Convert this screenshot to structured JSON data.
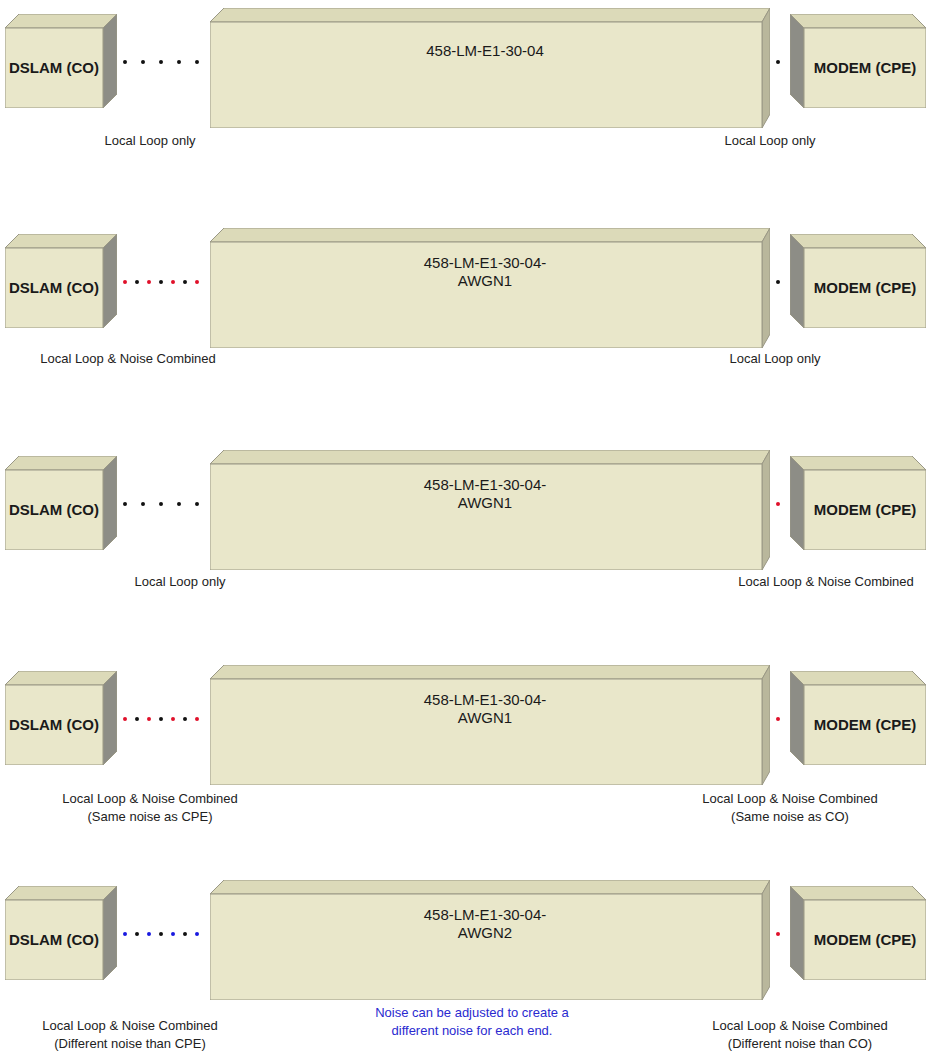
{
  "diagram": {
    "nodes": [
      {
        "text": [
          "DSLAM (CO)"
        ]
      },
      {
        "text": [
          "458-LM-E1-30-04"
        ]
      },
      {
        "text": [
          "MODEM (CPE)"
        ]
      },
      {
        "text": [
          "DSLAM (CO)"
        ]
      },
      {
        "text": [
          "458-LM-E1-30-04- AWGN1"
        ]
      },
      {
        "text": [
          "MODEM (CPE)"
        ]
      },
      {
        "text": [
          "DSLAM (CO)"
        ]
      },
      {
        "text": [
          "458-LM-E1-30-04- AWGN1"
        ]
      },
      {
        "text": [
          "MODEM (CPE)"
        ]
      },
      {
        "text": [
          "DSLAM (CO)"
        ]
      },
      {
        "text": [
          "458-LM-E1-30-04- AWGN1"
        ]
      },
      {
        "text": [
          "MODEM (CPE)"
        ]
      },
      {
        "text": [
          "DSLAM (CO)"
        ]
      },
      {
        "text": [
          "458-LM-E1-30-04- AWGN2"
        ]
      },
      {
        "text": [
          "MODEM (CPE)"
        ]
      }
    ],
    "edges": [
      {
        "from": 0,
        "to": 1,
        "arrow": "none"
      },
      {
        "from": 1,
        "to": 2,
        "arrow": "none"
      },
      {
        "from": 3,
        "to": 4,
        "arrow": "none"
      },
      {
        "from": 4,
        "to": 5,
        "arrow": "none"
      },
      {
        "from": 6,
        "to": 7,
        "arrow": "none"
      },
      {
        "from": 7,
        "to": 8,
        "arrow": "none"
      },
      {
        "from": 9,
        "to": 10,
        "arrow": "none"
      },
      {
        "from": 10,
        "to": 11,
        "arrow": "none"
      },
      {
        "from": 12,
        "to": 13,
        "arrow": "none"
      },
      {
        "from": 13,
        "to": 14,
        "arrow": "none"
      }
    ],
    "labels": [
      "Local Loop only",
      "Local Loop only",
      "Local Loop & Noise Combined",
      "Local Loop only",
      "Local Loop only",
      "Local Loop & Noise Combined",
      "Local Loop & Noise Combined (Same noise as CPE)",
      "Local Loop & Noise Combined (Same noise as CO)",
      "Noise can be adjusted to create a different noise for each end.",
      "Local Loop & Noise Combined (Different noise than CPE)",
      "Local Loop & Noise Combined (Different noise than CO)"
    ]
  }
}
